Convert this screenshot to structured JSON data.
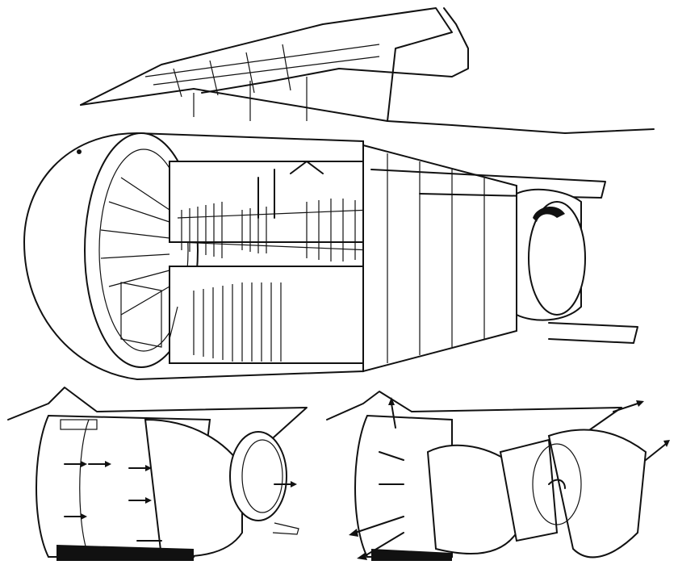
{
  "figure": {
    "subject": "",
    "views": [
      {
        "id": "cutaway"
      },
      {
        "id": "forward-thrust"
      },
      {
        "id": "reverse-thrust"
      }
    ]
  },
  "colors": {
    "ink": "#111111",
    "paper": "#ffffff"
  }
}
